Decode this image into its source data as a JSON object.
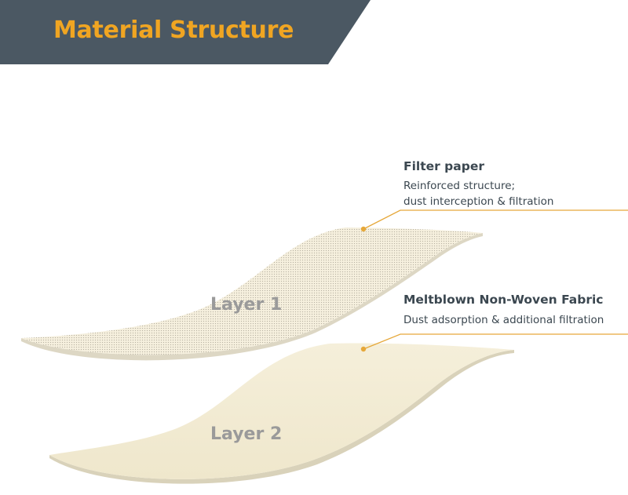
{
  "header": {
    "title": "Material Structure",
    "bg_color": "#4b5863",
    "title_color": "#f0a522"
  },
  "layers": [
    {
      "label": "Layer 1",
      "name": "Filter paper",
      "description_lines": [
        "Reinforced structure;",
        "dust interception & filtration"
      ],
      "fill_color": "#f6f0de",
      "dot_color": "#b8b2a2"
    },
    {
      "label": "Layer 2",
      "name": "Meltblown Non-Woven Fabric",
      "description_lines": [
        "Dust adsorption & additional filtration"
      ],
      "fill_color": "#f3ecd4"
    }
  ],
  "colors": {
    "leader_line": "#e6a83a",
    "text_dark": "#3b4750",
    "layer_label": "#9a9a9a"
  }
}
